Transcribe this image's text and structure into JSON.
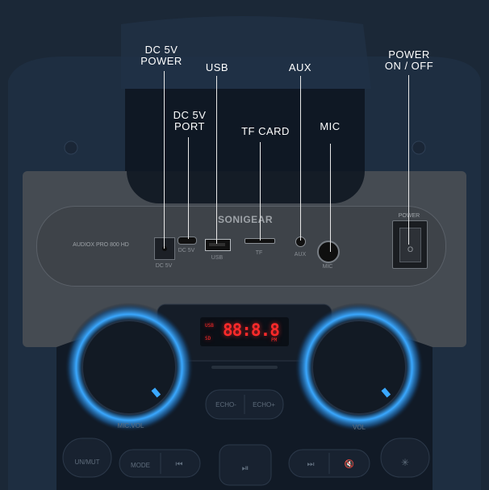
{
  "callouts": {
    "dc_power": "DC 5V\nPOWER",
    "usb": "USB",
    "aux": "AUX",
    "power_switch": "POWER\nON / OFF",
    "dc_port": "DC 5V\nPORT",
    "tf_card": "TF CARD",
    "mic": "MIC"
  },
  "panel": {
    "brand": "SONIGEAR",
    "model": "AUDIOX PRO 800 HD",
    "ports": {
      "dc_power": "DC 5V",
      "dc_port": "DC 5V",
      "usb": "USB",
      "tf": "TF",
      "aux": "AUX",
      "mic": "MIC"
    },
    "power_switch_label": "POWER",
    "power_switch_symbol": "O"
  },
  "display": {
    "digits": "88:8.8",
    "usb_indicator": "USB",
    "sd_indicator": "SD",
    "pm_indicator": "PM"
  },
  "controls": {
    "echo_minus": "ECHO-",
    "echo_plus": "ECHO+",
    "mic_vol": "MIC.VOL",
    "vol": "VOL",
    "unmute": "UN/MUT",
    "mode": "MODE",
    "prev_icon": "⏮",
    "play_pause_icon": "⏯",
    "next_icon": "⏭",
    "mute_icon": "🔇",
    "light_icon": "✳"
  },
  "colors": {
    "background": "#1b2837",
    "knob_glow": "#3aa8ff",
    "led": "#ff2a2a"
  }
}
